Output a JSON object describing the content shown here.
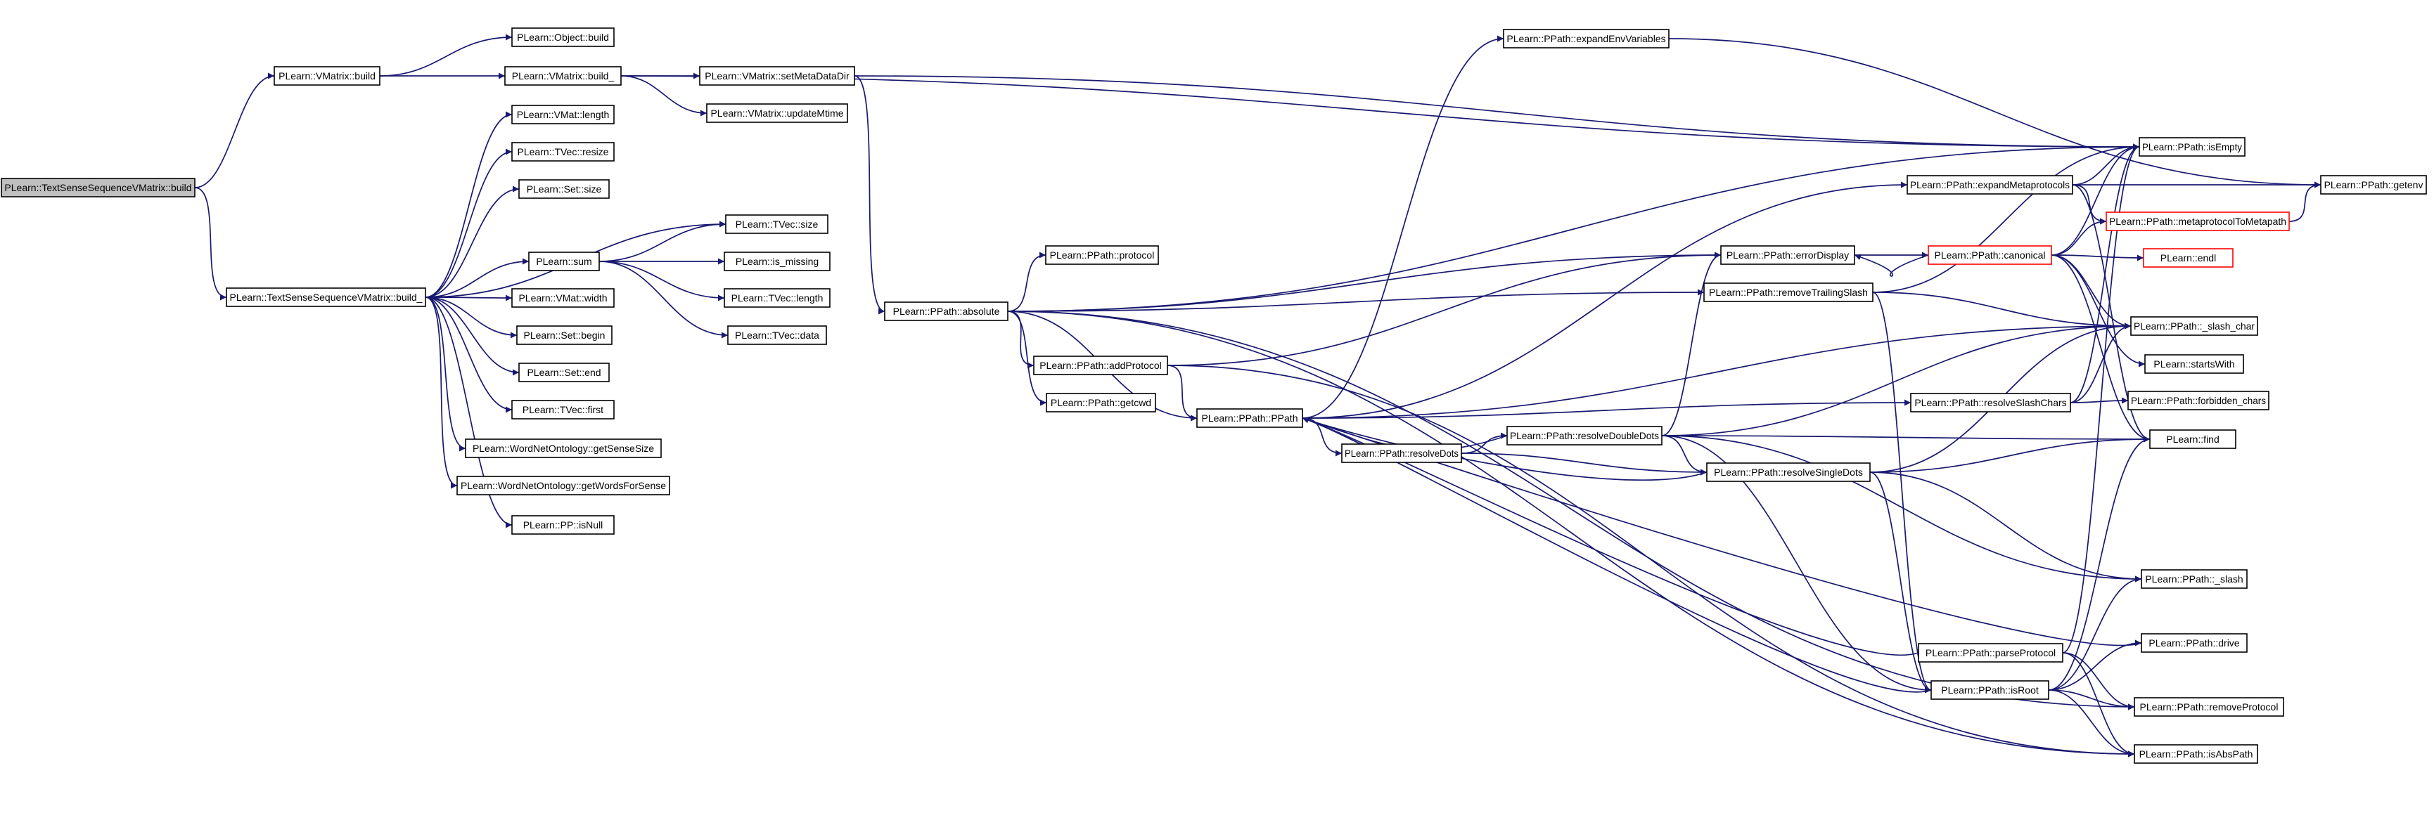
{
  "diagram": {
    "type": "call-graph",
    "colors": {
      "edge": "#191970",
      "root_fill": "#bfbfbf",
      "truncated_border": "#ff0000",
      "node_border": "#000000"
    },
    "nodes": [
      {
        "id": "n1",
        "label": "PLearn::TextSenseSequenceVMatrix::build",
        "kind": "root"
      },
      {
        "id": "n2",
        "label": "PLearn::VMatrix::build"
      },
      {
        "id": "n3",
        "label": "PLearn::TextSenseSequenceVMatrix::build_"
      },
      {
        "id": "n4",
        "label": "PLearn::Object::build"
      },
      {
        "id": "n5",
        "label": "PLearn::VMatrix::build_"
      },
      {
        "id": "n6",
        "label": "PLearn::VMatrix::setMetaDataDir"
      },
      {
        "id": "n7",
        "label": "PLearn::VMatrix::updateMtime"
      },
      {
        "id": "n8",
        "label": "PLearn::VMat::length"
      },
      {
        "id": "n9",
        "label": "PLearn::TVec::resize"
      },
      {
        "id": "n10",
        "label": "PLearn::Set::size"
      },
      {
        "id": "n11",
        "label": "PLearn::sum"
      },
      {
        "id": "n12",
        "label": "PLearn::TVec::size"
      },
      {
        "id": "n13",
        "label": "PLearn::is_missing"
      },
      {
        "id": "n14",
        "label": "PLearn::TVec::length"
      },
      {
        "id": "n15",
        "label": "PLearn::TVec::data"
      },
      {
        "id": "n16",
        "label": "PLearn::VMat::width"
      },
      {
        "id": "n17",
        "label": "PLearn::Set::begin"
      },
      {
        "id": "n18",
        "label": "PLearn::Set::end"
      },
      {
        "id": "n19",
        "label": "PLearn::TVec::first"
      },
      {
        "id": "n20",
        "label": "PLearn::WordNetOntology::getSenseSize"
      },
      {
        "id": "n21",
        "label": "PLearn::WordNetOntology::getWordsForSense"
      },
      {
        "id": "n22",
        "label": "PLearn::PP::isNull"
      },
      {
        "id": "n23",
        "label": "PLearn::PPath::absolute"
      },
      {
        "id": "n24",
        "label": "PLearn::PPath::protocol"
      },
      {
        "id": "n25",
        "label": "PLearn::PPath::addProtocol"
      },
      {
        "id": "n26",
        "label": "PLearn::PPath::getcwd"
      },
      {
        "id": "n27",
        "label": "PLearn::PPath::PPath"
      },
      {
        "id": "n28",
        "label": "PLearn::PPath::resolveDots"
      },
      {
        "id": "n29",
        "label": "PLearn::PPath::resolveDoubleDots"
      },
      {
        "id": "n30",
        "label": "PLearn::PPath::expandEnvVariables"
      },
      {
        "id": "n31",
        "label": "PLearn::PPath::errorDisplay"
      },
      {
        "id": "n32",
        "label": "PLearn::PPath::removeTrailingSlash"
      },
      {
        "id": "n33",
        "label": "PLearn::PPath::resolveSingleDots"
      },
      {
        "id": "n34",
        "label": "PLearn::PPath::expandMetaprotocols"
      },
      {
        "id": "n35",
        "label": "PLearn::PPath::canonical",
        "kind": "truncated"
      },
      {
        "id": "n36",
        "label": "PLearn::PPath::resolveSlashChars"
      },
      {
        "id": "n37",
        "label": "PLearn::PPath::parseProtocol"
      },
      {
        "id": "n38",
        "label": "PLearn::PPath::isRoot"
      },
      {
        "id": "n39",
        "label": "PLearn::PPath::isEmpty"
      },
      {
        "id": "n40",
        "label": "PLearn::PPath::getenv"
      },
      {
        "id": "n41",
        "label": "PLearn::PPath::metaprotocolToMetapath",
        "kind": "truncated"
      },
      {
        "id": "n42",
        "label": "PLearn::endl",
        "kind": "truncated"
      },
      {
        "id": "n43",
        "label": "PLearn::PPath::_slash_char"
      },
      {
        "id": "n44",
        "label": "PLearn::startsWith"
      },
      {
        "id": "n45",
        "label": "PLearn::PPath::forbidden_chars"
      },
      {
        "id": "n46",
        "label": "PLearn::find"
      },
      {
        "id": "n47",
        "label": "PLearn::PPath::_slash"
      },
      {
        "id": "n48",
        "label": "PLearn::PPath::drive"
      },
      {
        "id": "n49",
        "label": "PLearn::PPath::removeProtocol"
      },
      {
        "id": "n50",
        "label": "PLearn::PPath::isAbsPath"
      }
    ],
    "edges": [
      [
        "n1",
        "n2"
      ],
      [
        "n1",
        "n3"
      ],
      [
        "n2",
        "n4"
      ],
      [
        "n2",
        "n5"
      ],
      [
        "n5",
        "n6"
      ],
      [
        "n5",
        "n7"
      ],
      [
        "n5",
        "n39"
      ],
      [
        "n6",
        "n23"
      ],
      [
        "n6",
        "n39"
      ],
      [
        "n3",
        "n8"
      ],
      [
        "n3",
        "n9"
      ],
      [
        "n3",
        "n10"
      ],
      [
        "n3",
        "n11"
      ],
      [
        "n3",
        "n12"
      ],
      [
        "n3",
        "n16"
      ],
      [
        "n3",
        "n17"
      ],
      [
        "n3",
        "n18"
      ],
      [
        "n3",
        "n19"
      ],
      [
        "n3",
        "n20"
      ],
      [
        "n3",
        "n21"
      ],
      [
        "n3",
        "n22"
      ],
      [
        "n11",
        "n12"
      ],
      [
        "n11",
        "n13"
      ],
      [
        "n11",
        "n14"
      ],
      [
        "n11",
        "n15"
      ],
      [
        "n23",
        "n24"
      ],
      [
        "n23",
        "n25"
      ],
      [
        "n23",
        "n26"
      ],
      [
        "n23",
        "n27"
      ],
      [
        "n23",
        "n31"
      ],
      [
        "n23",
        "n32"
      ],
      [
        "n23",
        "n39"
      ],
      [
        "n23",
        "n49"
      ],
      [
        "n23",
        "n50"
      ],
      [
        "n25",
        "n31"
      ],
      [
        "n25",
        "n27"
      ],
      [
        "n25",
        "n50"
      ],
      [
        "n27",
        "n30"
      ],
      [
        "n27",
        "n28"
      ],
      [
        "n27",
        "n34"
      ],
      [
        "n27",
        "n36"
      ],
      [
        "n27",
        "n43"
      ],
      [
        "n28",
        "n29"
      ],
      [
        "n28",
        "n33"
      ],
      [
        "n29",
        "n27"
      ],
      [
        "n29",
        "n31"
      ],
      [
        "n29",
        "n33"
      ],
      [
        "n29",
        "n38"
      ],
      [
        "n29",
        "n43"
      ],
      [
        "n29",
        "n46"
      ],
      [
        "n29",
        "n47"
      ],
      [
        "n30",
        "n40"
      ],
      [
        "n31",
        "n35"
      ],
      [
        "n32",
        "n39"
      ],
      [
        "n32",
        "n43"
      ],
      [
        "n32",
        "n38"
      ],
      [
        "n33",
        "n27"
      ],
      [
        "n33",
        "n43"
      ],
      [
        "n33",
        "n46"
      ],
      [
        "n33",
        "n47"
      ],
      [
        "n33",
        "n38"
      ],
      [
        "n34",
        "n39"
      ],
      [
        "n34",
        "n40"
      ],
      [
        "n34",
        "n41"
      ],
      [
        "n34",
        "n46"
      ],
      [
        "n35",
        "n31"
      ],
      [
        "n35",
        "n39"
      ],
      [
        "n35",
        "n41"
      ],
      [
        "n35",
        "n42"
      ],
      [
        "n35",
        "n43"
      ],
      [
        "n35",
        "n44"
      ],
      [
        "n35",
        "n46"
      ],
      [
        "n36",
        "n45"
      ],
      [
        "n36",
        "n39"
      ],
      [
        "n36",
        "n43"
      ],
      [
        "n37",
        "n27"
      ],
      [
        "n37",
        "n39"
      ],
      [
        "n37",
        "n49"
      ],
      [
        "n37",
        "n50"
      ],
      [
        "n38",
        "n27"
      ],
      [
        "n38",
        "n47"
      ],
      [
        "n38",
        "n48"
      ],
      [
        "n38",
        "n49"
      ],
      [
        "n38",
        "n50"
      ],
      [
        "n38",
        "n46"
      ],
      [
        "n41",
        "n40"
      ],
      [
        "n48",
        "n27"
      ]
    ]
  }
}
